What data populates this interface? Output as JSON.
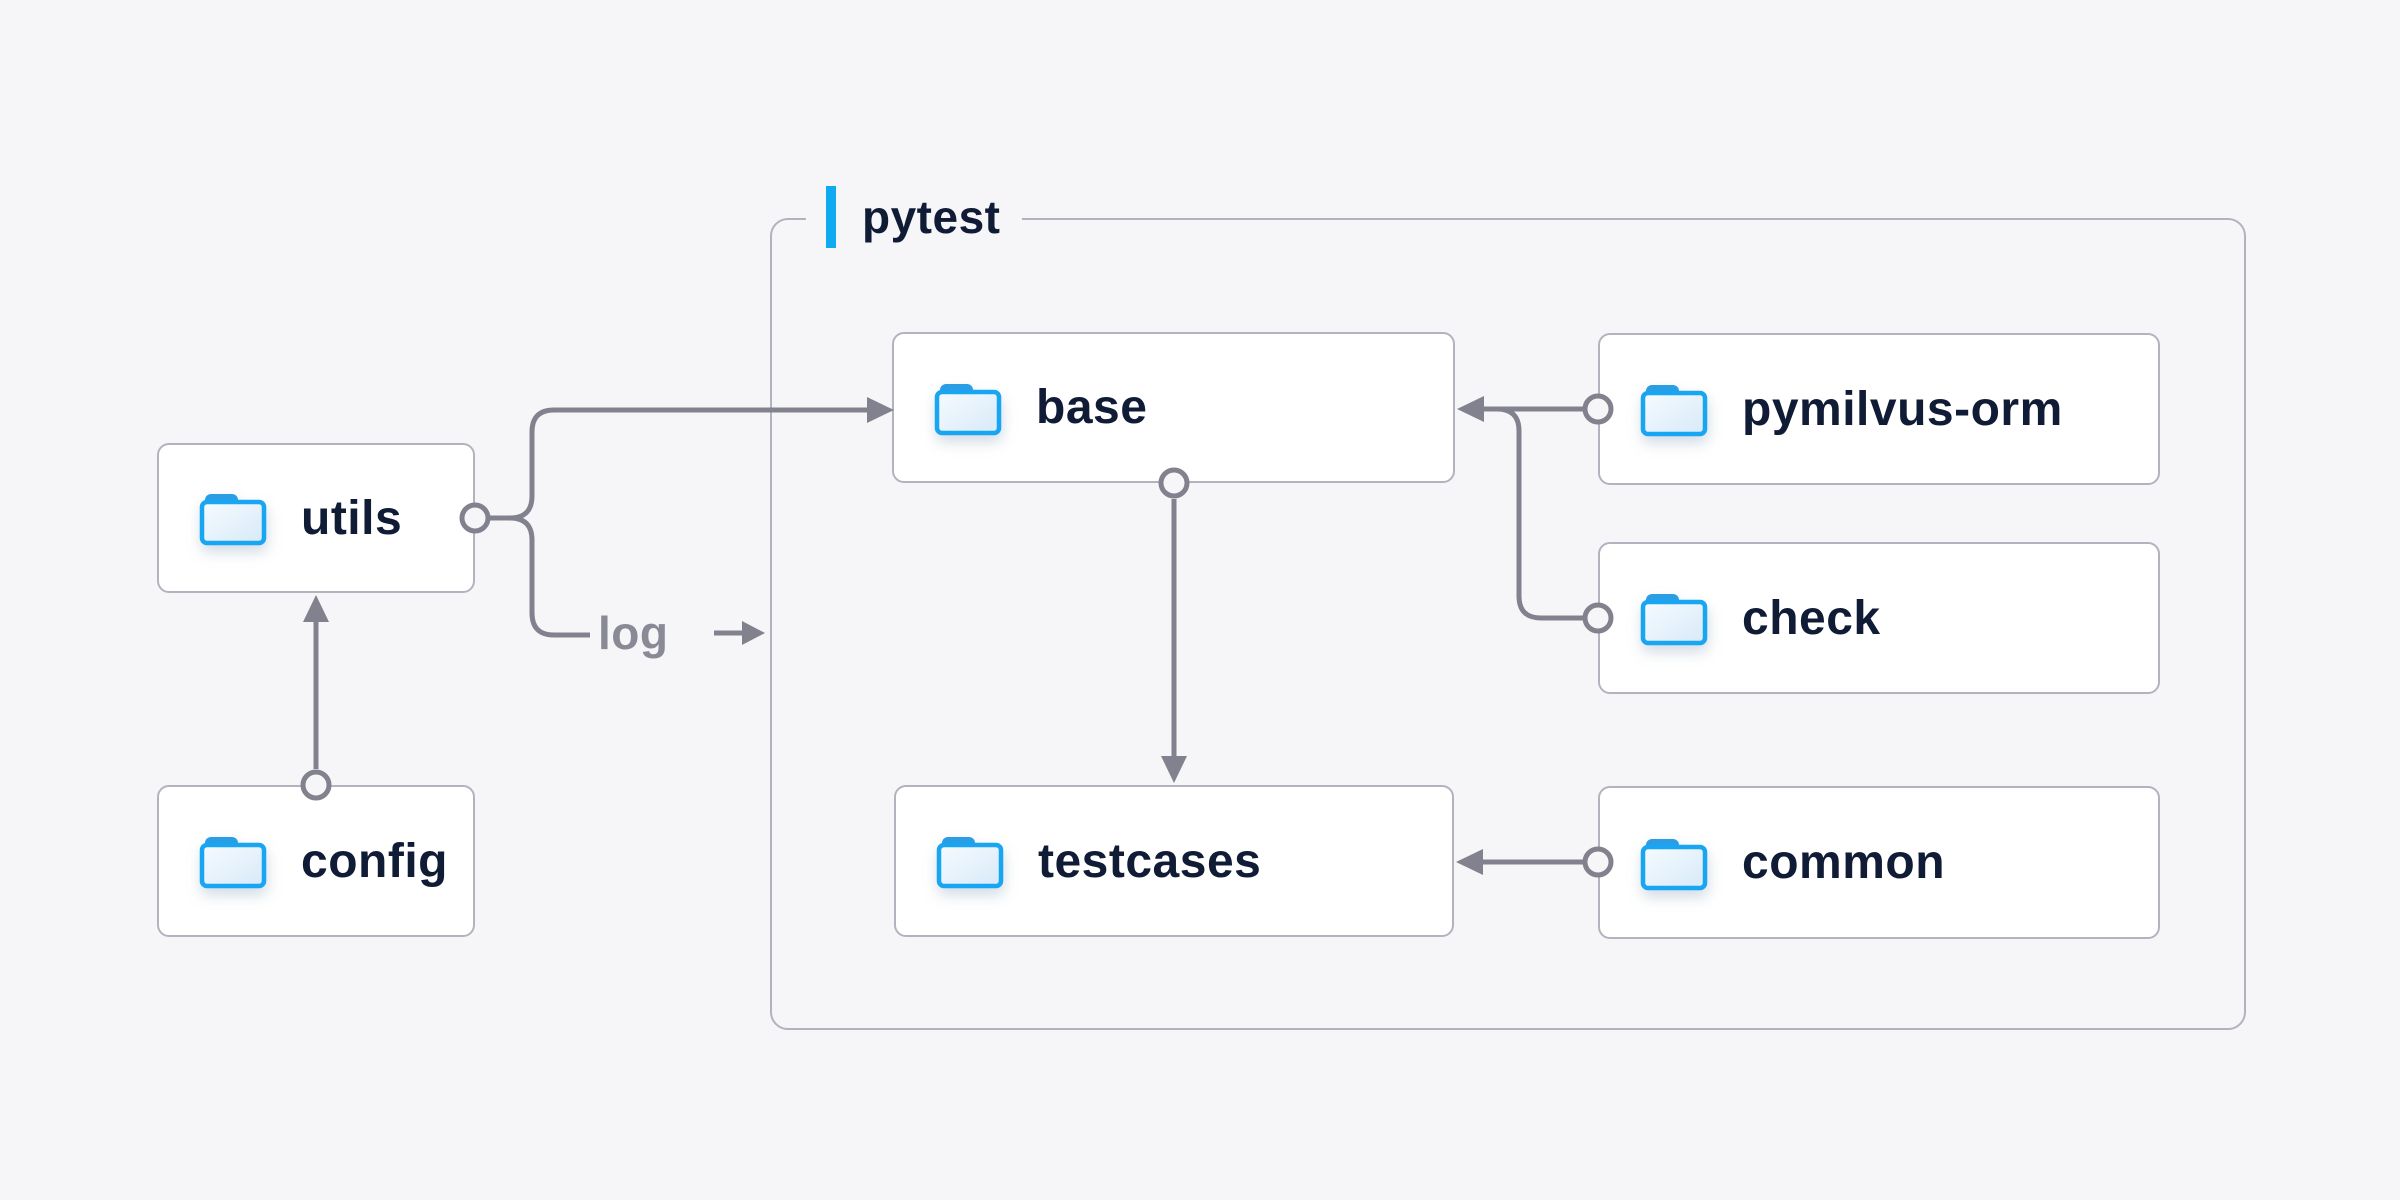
{
  "group": {
    "label": "pytest"
  },
  "nodes": {
    "utils": {
      "label": "utils",
      "icon": "folder-icon"
    },
    "config": {
      "label": "config",
      "icon": "folder-icon"
    },
    "base": {
      "label": "base",
      "icon": "folder-icon"
    },
    "testcases": {
      "label": "testcases",
      "icon": "folder-icon"
    },
    "pymilvus_orm": {
      "label": "pymilvus-orm",
      "icon": "folder-icon"
    },
    "check": {
      "label": "check",
      "icon": "folder-icon"
    },
    "common": {
      "label": "common",
      "icon": "folder-icon"
    }
  },
  "log_edge": {
    "label": "log"
  },
  "edges": [
    {
      "from": "config",
      "to": "utils",
      "style": "arrow-with-circle-origin"
    },
    {
      "from": "utils",
      "to": "base",
      "style": "arrow-with-circle-origin"
    },
    {
      "from": "utils",
      "to": "pytest-group",
      "label": "log",
      "style": "arrow-with-circle-origin"
    },
    {
      "from": "pymilvus-orm",
      "to": "base",
      "style": "arrow-with-circle-origin"
    },
    {
      "from": "check",
      "to": "base",
      "style": "arrow-with-circle-origin"
    },
    {
      "from": "base",
      "to": "testcases",
      "style": "arrow-with-circle-origin"
    },
    {
      "from": "common",
      "to": "testcases",
      "style": "arrow-with-circle-origin"
    }
  ],
  "colors": {
    "background": "#f6f6f8",
    "box_background": "#ffffff",
    "box_border": "#b3b3bf",
    "connector": "#82828f",
    "accent_blue": "#0faaf0",
    "folder_blue": "#18a5f1",
    "folder_tab_blue": "#2b9de4",
    "text": "#101b36",
    "edge_label": "#8a8a96"
  }
}
